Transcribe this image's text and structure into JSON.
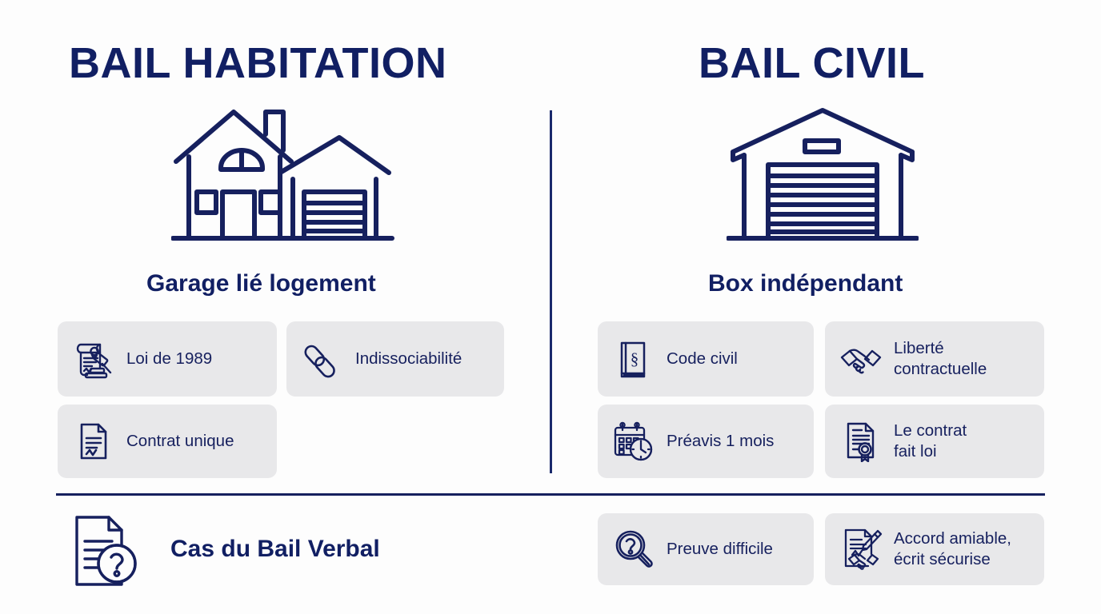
{
  "page": {
    "background_color": "#fdfdfd",
    "navy": "#111f63",
    "chip_background": "#e8e8ea",
    "divider_color": "#16205e"
  },
  "columns": {
    "left": {
      "title": "BAIL HABITATION",
      "hero_icon": "house-with-garage-icon",
      "subtitle": "Garage lié logement",
      "chips": [
        {
          "label": "Loi de 1989",
          "icon": "scroll-gavel-icon"
        },
        {
          "label": "Indissociabilité",
          "icon": "chain-link-icon"
        },
        {
          "label": "Contrat unique",
          "icon": "document-signature-icon"
        }
      ]
    },
    "right": {
      "title": "BAIL CIVIL",
      "hero_icon": "storage-box-garage-icon",
      "subtitle": "Box indépendant",
      "chips": [
        {
          "label": "Code civil",
          "icon": "law-book-icon"
        },
        {
          "label": "Liberté\ncontractuelle",
          "icon": "handshake-icon"
        },
        {
          "label": "Préavis 1 mois",
          "icon": "calendar-clock-icon"
        },
        {
          "label": "Le contrat\nfait loi",
          "icon": "certificate-document-icon"
        }
      ]
    }
  },
  "bottom": {
    "icon": "document-question-icon",
    "title": "Cas du Bail Verbal",
    "chips": [
      {
        "label": "Preuve difficile",
        "icon": "magnifier-question-icon"
      },
      {
        "label": "Accord amiable,\nécrit sécurise",
        "icon": "document-pen-handshake-icon"
      }
    ]
  }
}
